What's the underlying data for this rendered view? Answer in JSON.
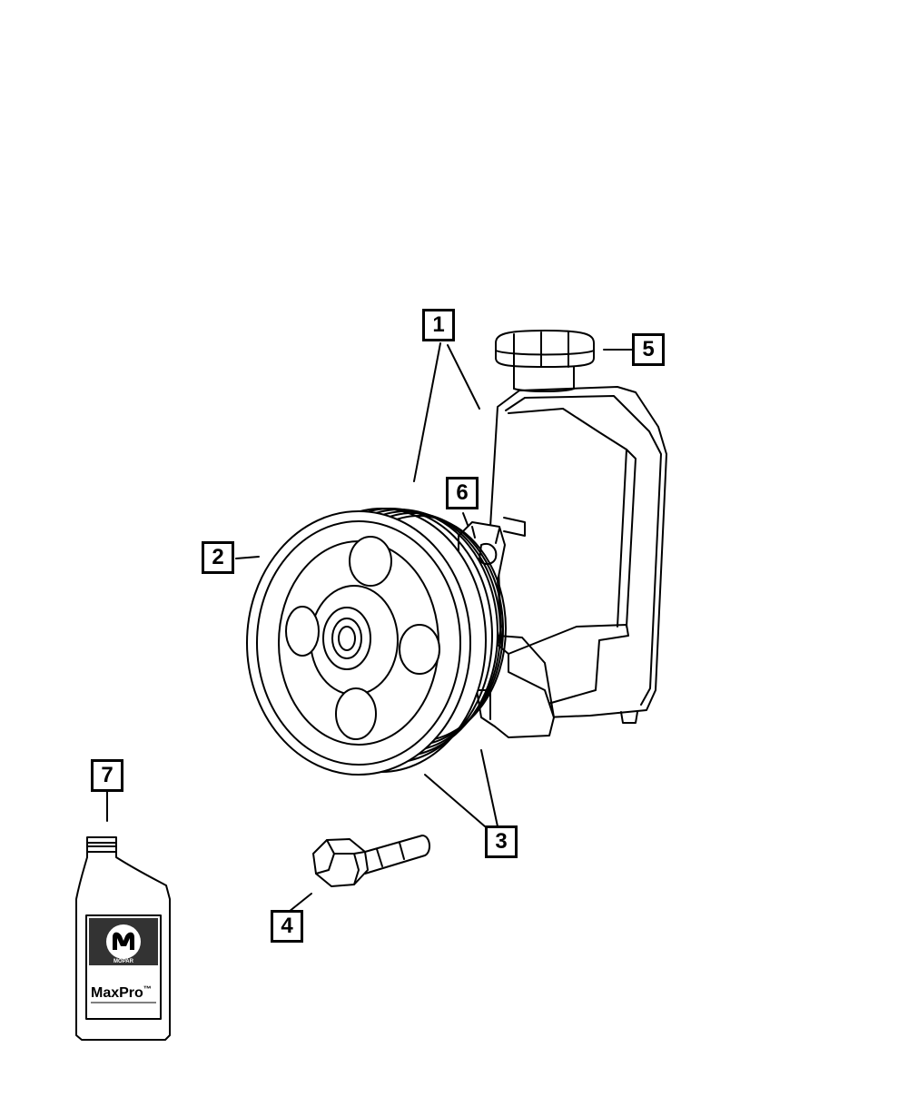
{
  "callouts": [
    {
      "id": "1",
      "label": "1"
    },
    {
      "id": "2",
      "label": "2"
    },
    {
      "id": "3",
      "label": "3"
    },
    {
      "id": "4",
      "label": "4"
    },
    {
      "id": "5",
      "label": "5"
    },
    {
      "id": "6",
      "label": "6"
    },
    {
      "id": "7",
      "label": "7"
    }
  ],
  "bottle": {
    "brand_logo_text": "MOPAR",
    "product_name": "MaxPro",
    "trademark": "™"
  },
  "colors": {
    "line": "#000000",
    "background": "#ffffff",
    "label_band": "#333333"
  }
}
